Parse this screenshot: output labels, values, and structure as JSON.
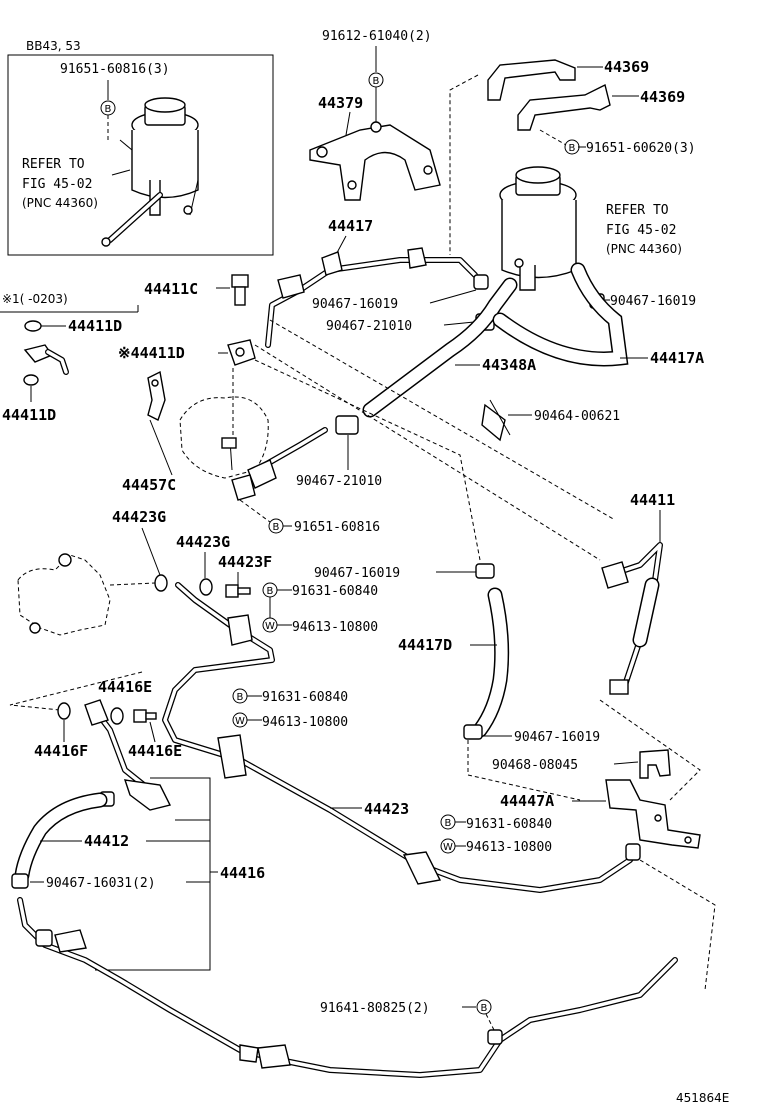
{
  "inset": {
    "model": "BB43, 53",
    "part": "91651-60816(3)",
    "bolt_symbol": "B",
    "refer_line1": "REFER TO",
    "refer_line2": "FIG 45-02",
    "refer_line3": "(PNC 44360)"
  },
  "refer_main": {
    "line1": "REFER TO",
    "line2": "FIG 45-02",
    "line3": "(PNC 44360)"
  },
  "range_note": "※1(      -0203)",
  "labels": {
    "p91612_61040": "91612-61040(2)",
    "p44379": "44379",
    "p44369a": "44369",
    "p44369b": "44369",
    "p91651_60620": "91651-60620(3)",
    "p44417": "44417",
    "p44411C": "44411C",
    "p90467_16019a": "90467-16019",
    "p90467_16019b": "90467-16019",
    "p90467_21010a": "90467-21010",
    "p44411D_a": "44411D",
    "p44411D_star": "※44411D",
    "p44411D_b": "44411D",
    "p44348A": "44348A",
    "p44417A": "44417A",
    "p90464_00621": "90464-00621",
    "p44457C": "44457C",
    "p90467_21010b": "90467-21010",
    "p44411": "44411",
    "p44423G_a": "44423G",
    "p91651_60816": "91651-60816",
    "p44423G_b": "44423G",
    "p44423F": "44423F",
    "p90467_16019c": "90467-16019",
    "p91631_60840a": "91631-60840",
    "p94613_10800a": "94613-10800",
    "p44417D": "44417D",
    "p44416E_top": "44416E",
    "p91631_60840b": "91631-60840",
    "p94613_10800b": "94613-10800",
    "p44416F": "44416F",
    "p44416E": "44416E",
    "p90467_16019d": "90467-16019",
    "p90468_08045": "90468-08045",
    "p44423": "44423",
    "p44447A": "44447A",
    "p91631_60840c": "91631-60840",
    "p94613_10800c": "94613-10800",
    "p44412": "44412",
    "p44416": "44416",
    "p90467_16031": "90467-16031(2)",
    "p91641_80825": "91641-80825(2)"
  },
  "symbols": {
    "bolt": "B",
    "washer": "W"
  },
  "figure_id": "451864E"
}
